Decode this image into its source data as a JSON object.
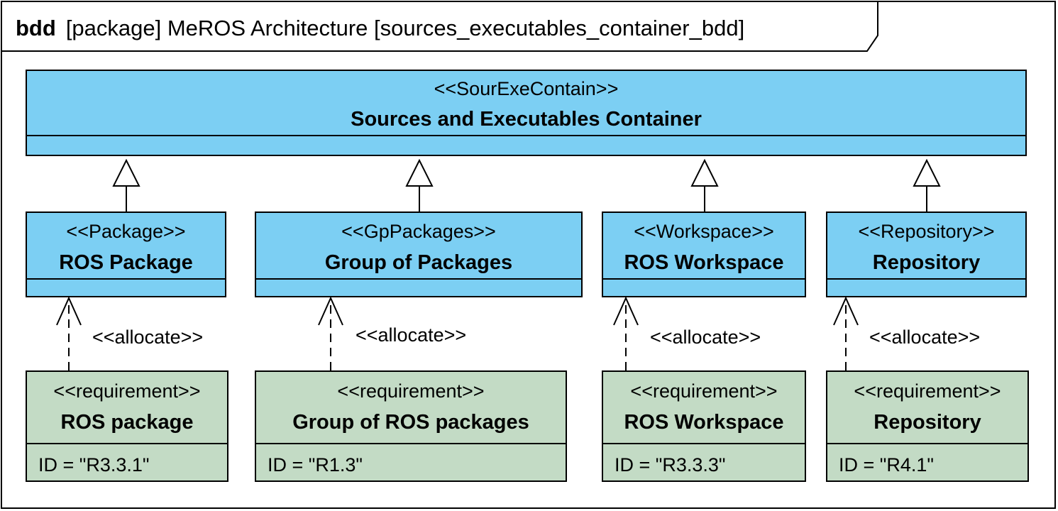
{
  "frame": {
    "keyword": "bdd",
    "title": "[package] MeROS Architecture [sources_executables_container_bdd]"
  },
  "colors": {
    "block": "#7ccff3",
    "requirement": "#c3dbc5",
    "line": "#000000"
  },
  "top_block": {
    "stereotype": "<<SourExeContain>>",
    "name": "Sources and Executables Container"
  },
  "blocks": [
    {
      "stereotype": "<<Package>>",
      "name": "ROS Package"
    },
    {
      "stereotype": "<<GpPackages>>",
      "name": "Group of Packages"
    },
    {
      "stereotype": "<<Workspace>>",
      "name": "ROS Workspace"
    },
    {
      "stereotype": "<<Repository>>",
      "name": "Repository"
    }
  ],
  "requirements": [
    {
      "stereotype": "<<requirement>>",
      "name": "ROS package",
      "id_text": "ID = \"R3.3.1\""
    },
    {
      "stereotype": "<<requirement>>",
      "name": "Group of ROS packages",
      "id_text": "ID = \"R1.3\""
    },
    {
      "stereotype": "<<requirement>>",
      "name": "ROS Workspace",
      "id_text": "ID = \"R3.3.3\""
    },
    {
      "stereotype": "<<requirement>>",
      "name": "Repository",
      "id_text": "ID = \"R4.1\""
    }
  ],
  "allocations": [
    {
      "label": "<<allocate>>"
    },
    {
      "label": "<<allocate>>"
    },
    {
      "label": "<<allocate>>"
    },
    {
      "label": "<<allocate>>"
    }
  ]
}
